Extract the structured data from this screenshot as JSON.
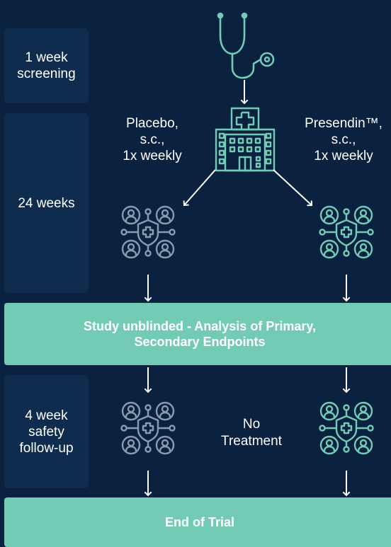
{
  "phases": {
    "screening": "1 week\nscreening",
    "treatment": "24 weeks",
    "followup": "4 week\nsafety\nfollow-up"
  },
  "arms": {
    "placebo": "Placebo,\ns.c.,\n1x weekly",
    "presendin": "Presendin™,\ns.c.,\n1x weekly"
  },
  "banners": {
    "unblinded": "Study unblinded - Analysis of Primary,\nSecondary Endpoints",
    "end": "End of Trial"
  },
  "no_treatment": "No\nTreatment",
  "colors": {
    "background": "#0a2240",
    "phase_box": "#0f2c4f",
    "banner": "#74cbb5",
    "placebo_icon": "#8a9bb0",
    "presendin_icon": "#74cbb5",
    "hospital_icon": "#74cbb5",
    "arrow": "#ffffff"
  },
  "icons": {
    "stethoscope": "stethoscope-icon",
    "hospital": "hospital-icon",
    "patient_group": "patient-group-shield-icon"
  }
}
